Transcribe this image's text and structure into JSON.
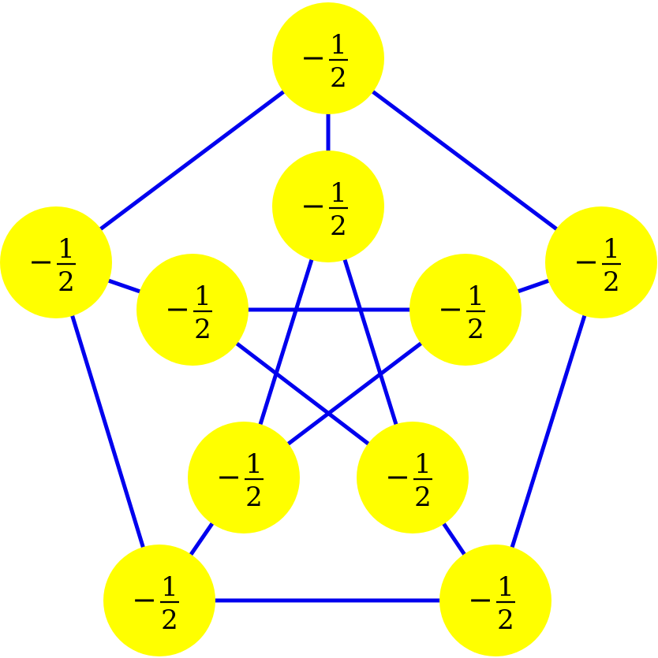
{
  "colors": {
    "node_fill": "#ffff00",
    "edge_stroke": "#0000ee",
    "text": "#000000",
    "background": "#ffffff"
  },
  "nodes": [
    {
      "id": "outer-top",
      "sign": "−",
      "num": "1",
      "den": "2"
    },
    {
      "id": "outer-left",
      "sign": "−",
      "num": "1",
      "den": "2"
    },
    {
      "id": "outer-right",
      "sign": "−",
      "num": "1",
      "den": "2"
    },
    {
      "id": "outer-bottom-left",
      "sign": "−",
      "num": "1",
      "den": "2"
    },
    {
      "id": "outer-bottom-right",
      "sign": "−",
      "num": "1",
      "den": "2"
    },
    {
      "id": "inner-top",
      "sign": "−",
      "num": "1",
      "den": "2"
    },
    {
      "id": "inner-left",
      "sign": "−",
      "num": "1",
      "den": "2"
    },
    {
      "id": "inner-right",
      "sign": "−",
      "num": "1",
      "den": "2"
    },
    {
      "id": "inner-bottom-left",
      "sign": "−",
      "num": "1",
      "den": "2"
    },
    {
      "id": "inner-bottom-right",
      "sign": "−",
      "num": "1",
      "den": "2"
    }
  ],
  "edges": [
    [
      "outer-top",
      "outer-left"
    ],
    [
      "outer-top",
      "outer-right"
    ],
    [
      "outer-left",
      "outer-bottom-left"
    ],
    [
      "outer-right",
      "outer-bottom-right"
    ],
    [
      "outer-bottom-left",
      "outer-bottom-right"
    ],
    [
      "outer-top",
      "inner-top"
    ],
    [
      "outer-left",
      "inner-left"
    ],
    [
      "outer-right",
      "inner-right"
    ],
    [
      "outer-bottom-left",
      "inner-bottom-left"
    ],
    [
      "outer-bottom-right",
      "inner-bottom-right"
    ],
    [
      "inner-left",
      "inner-right"
    ],
    [
      "inner-left",
      "inner-bottom-right"
    ],
    [
      "inner-top",
      "inner-bottom-left"
    ],
    [
      "inner-top",
      "inner-bottom-right"
    ],
    [
      "inner-right",
      "inner-bottom-left"
    ]
  ]
}
